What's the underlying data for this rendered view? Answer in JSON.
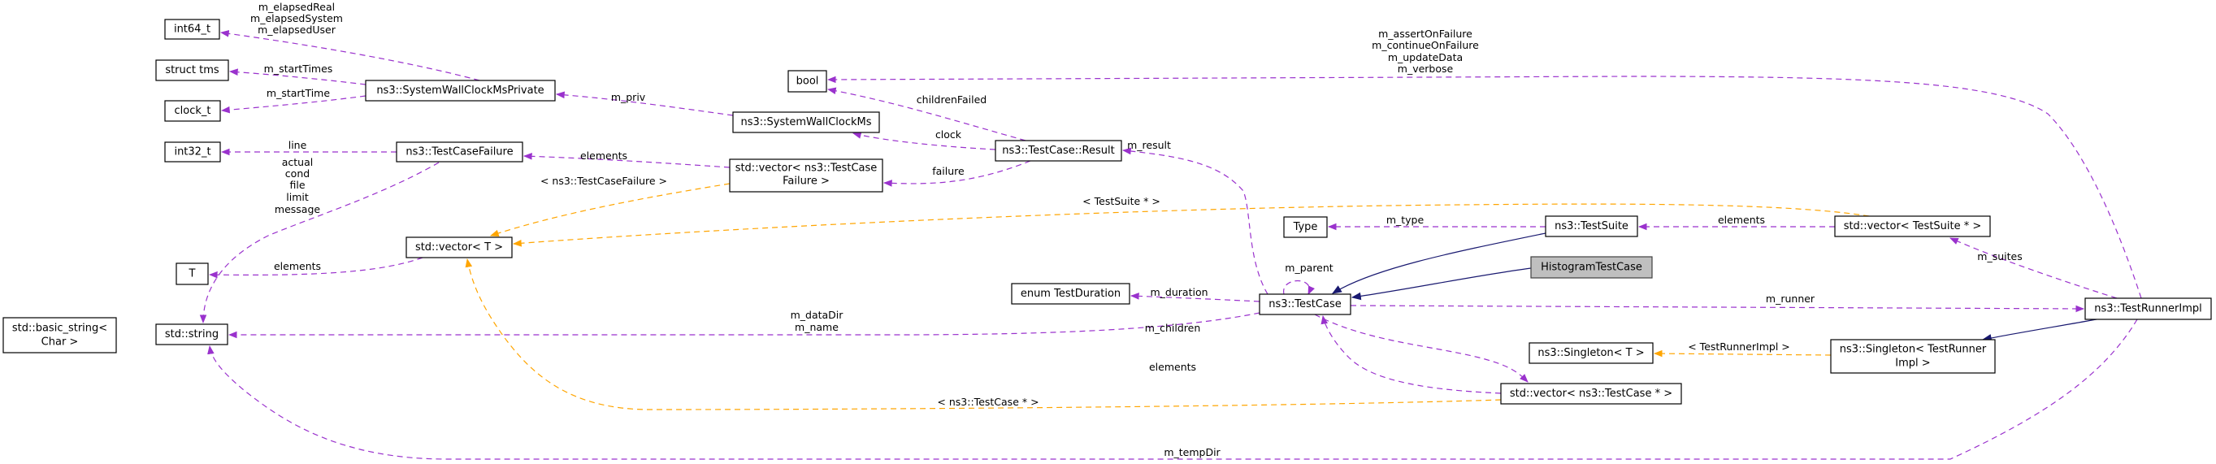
{
  "diagram": {
    "title": "Collaboration diagram for HistogramTestCase",
    "colors": {
      "member_edge": "#9a32cd",
      "template_edge": "#ffa500",
      "inherit_edge": "#191970",
      "highlight_fill": "#bfbfbf"
    },
    "nodes": {
      "int64": "int64_t",
      "structtms": "struct tms",
      "clockt": "clock_t",
      "swcmp": "ns3::SystemWallClockMsPrivate",
      "int32": "int32_t",
      "tcfailure": "ns3::TestCaseFailure",
      "vectorT": "std::vector< T >",
      "T": "T",
      "basicstring_l1": "std::basic_string<",
      "basicstring_l2": "Char >",
      "string": "std::string",
      "bool": "bool",
      "swcm": "ns3::SystemWallClockMs",
      "vecfailure_l1": "std::vector< ns3::TestCase",
      "vecfailure_l2": "Failure >",
      "result": "ns3::TestCase::Result",
      "type": "Type",
      "duration": "enum TestDuration",
      "testcase": "ns3::TestCase",
      "testsuite": "ns3::TestSuite",
      "histogram": "HistogramTestCase",
      "vecsuite": "std::vector< TestSuite * >",
      "singletonT": "ns3::Singleton< T >",
      "vectestcase": "std::vector< ns3::TestCase * >",
      "singletonRunner_l1": "ns3::Singleton< TestRunner",
      "singletonRunner_l2": "Impl >",
      "runner": "ns3::TestRunnerImpl"
    },
    "edge_labels": {
      "elapsed_1": "m_elapsedReal",
      "elapsed_2": "m_elapsedSystem",
      "elapsed_3": "m_elapsedUser",
      "startTimes": "m_startTimes",
      "startTime": "m_startTime",
      "priv": "m_priv",
      "line": "line",
      "strfields_1": "actual",
      "strfields_2": "cond",
      "strfields_3": "file",
      "strfields_4": "limit",
      "strfields_5": "message",
      "elements_T": "elements",
      "elements_failure": "elements",
      "tpl_failure": "< ns3::TestCaseFailure >",
      "childrenFailed": "childrenFailed",
      "clock": "clock",
      "failure": "failure",
      "result": "m_result",
      "tpl_suite": "< TestSuite * >",
      "type": "m_type",
      "elements_suite": "elements",
      "parent": "m_parent",
      "duration": "m_duration",
      "runner": "m_runner",
      "strmembers_1": "m_dataDir",
      "strmembers_2": "m_name",
      "children": "m_children",
      "elements_testcase": "elements",
      "tpl_testcase": "< ns3::TestCase * >",
      "tpl_runner": "< TestRunnerImpl >",
      "suites": "m_suites",
      "boolmembers_1": "m_assertOnFailure",
      "boolmembers_2": "m_continueOnFailure",
      "boolmembers_3": "m_updateData",
      "boolmembers_4": "m_verbose",
      "tempDir": "m_tempDir"
    }
  }
}
